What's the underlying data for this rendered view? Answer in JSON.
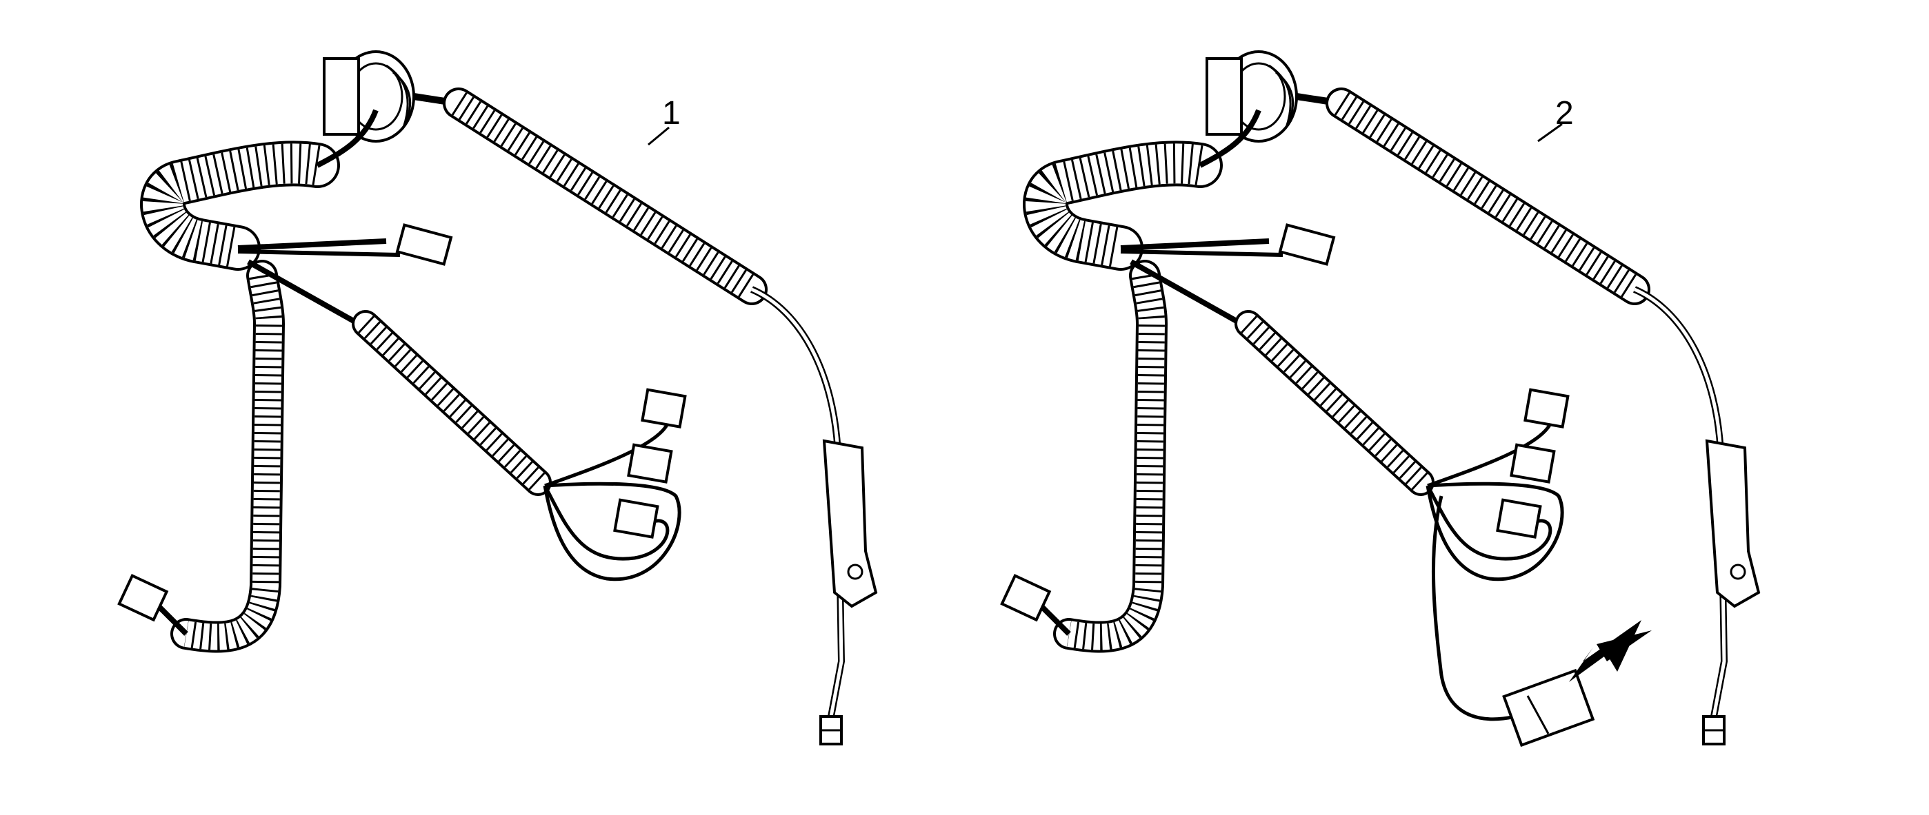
{
  "figure": {
    "background": "#ffffff",
    "ink": "#000000",
    "callouts": {
      "left": "1",
      "right": "2"
    },
    "panels": [
      {
        "id": "left",
        "shows_added_connector": false
      },
      {
        "id": "right",
        "shows_added_connector": true
      }
    ],
    "icons": [
      "arrow-icon"
    ]
  }
}
